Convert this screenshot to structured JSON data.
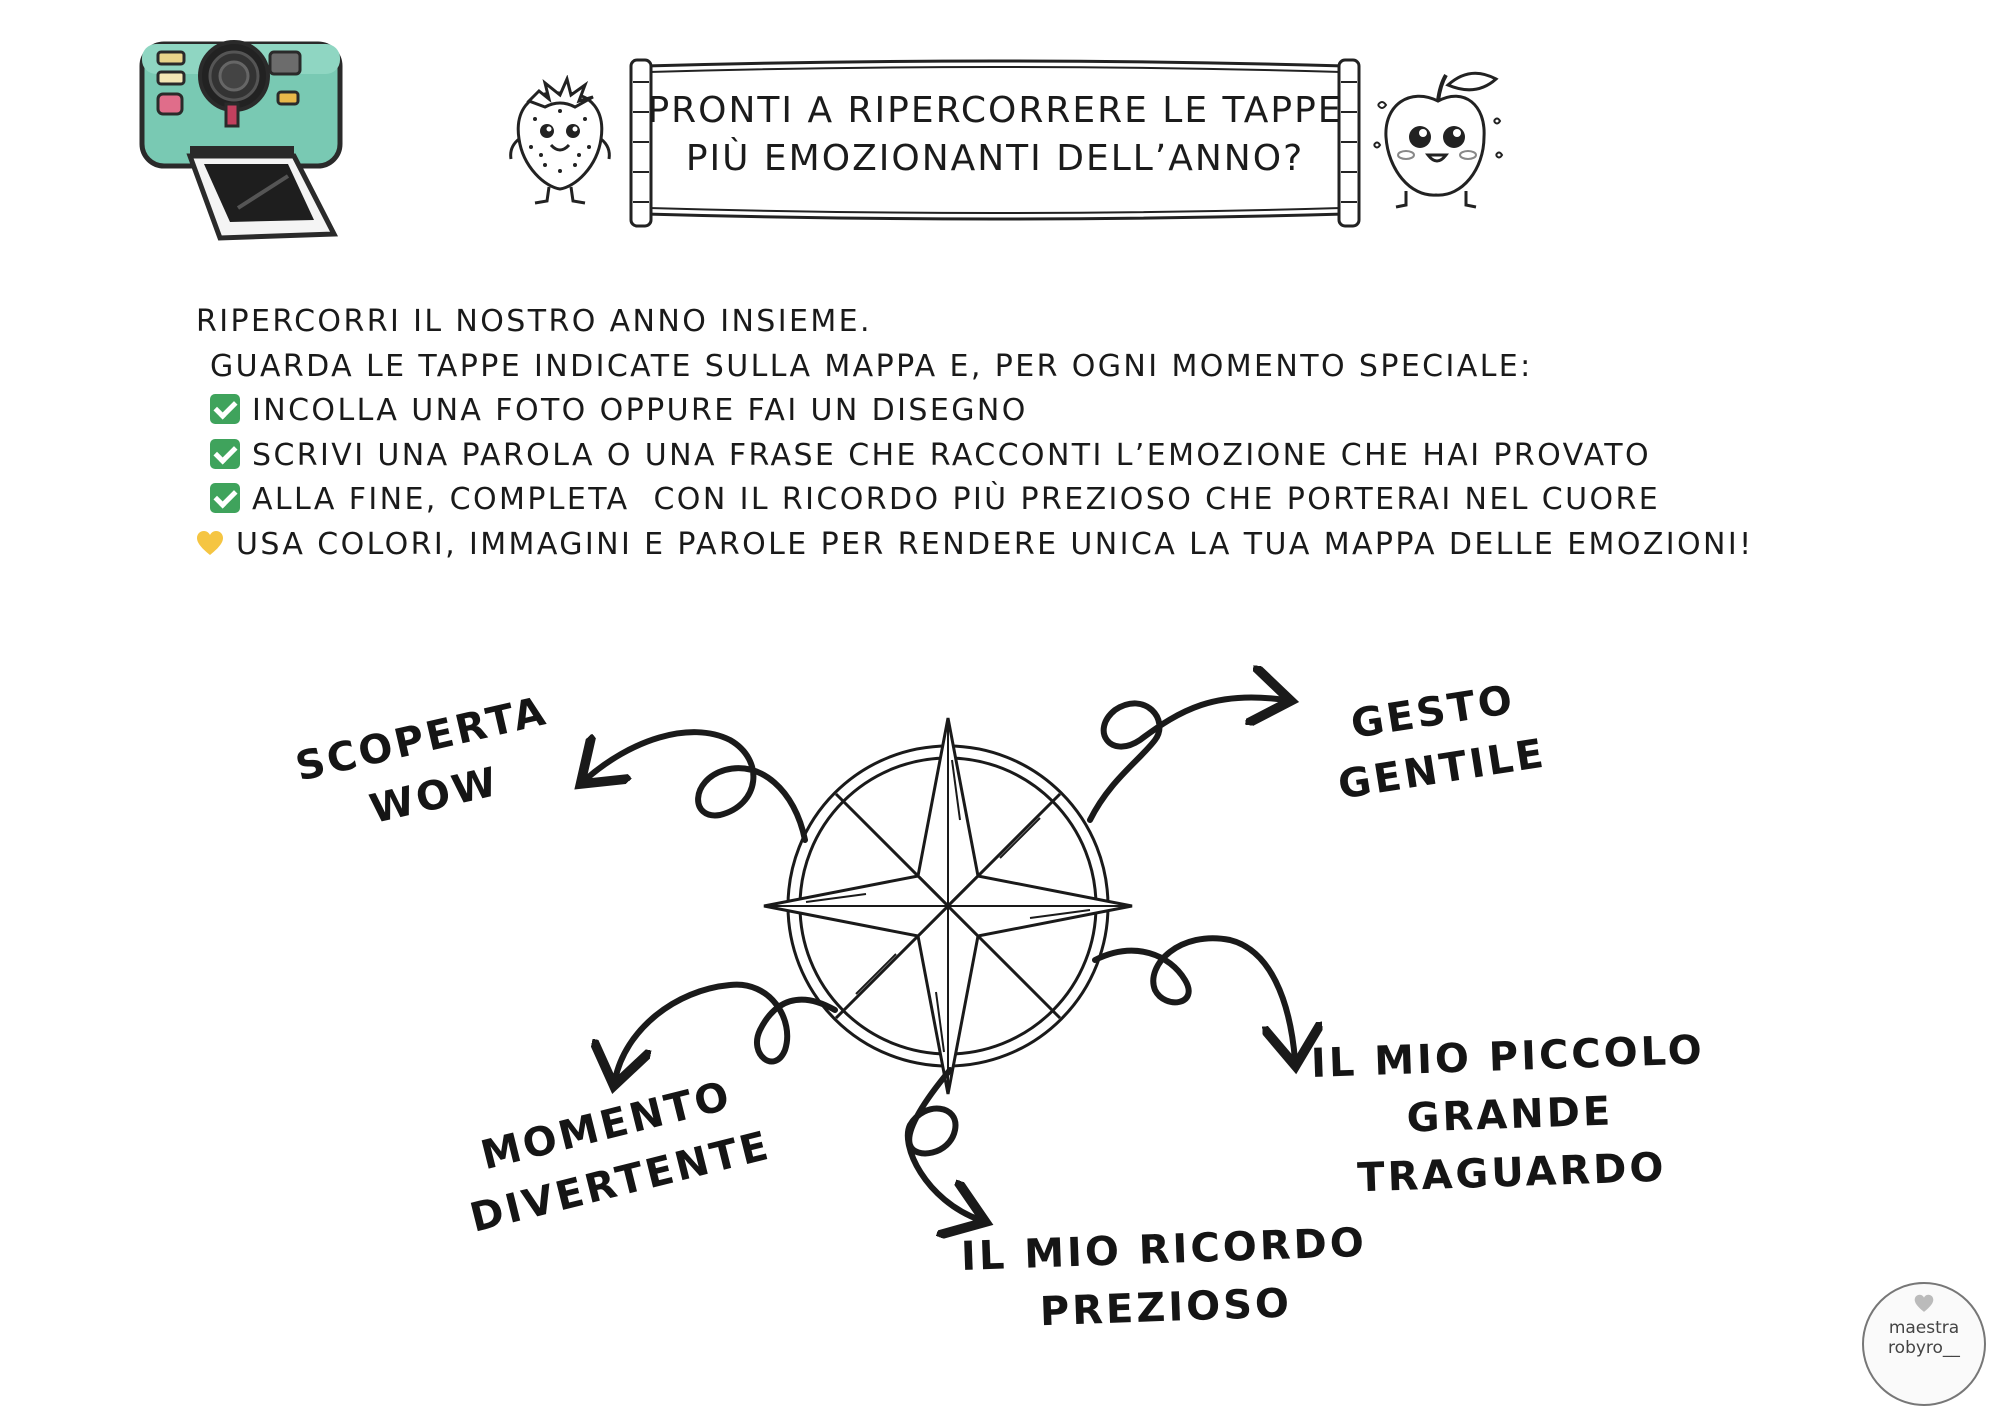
{
  "header": {
    "title_line1": "PRONTI A RIPERCORRERE LE TAPPE",
    "title_line2": "PIÙ EMOZIONANTI DELL’ANNO?"
  },
  "instructions": {
    "line1": "RIPERCORRI IL NOSTRO ANNO INSIEME.",
    "line2": "GUARDA LE TAPPE INDICATE SULLA MAPPA E, PER OGNI MOMENTO SPECIALE:",
    "step1": "INCOLLA UNA FOTO OPPURE FAI UN DISEGNO",
    "step2": "SCRIVI UNA PAROLA O UNA FRASE CHE RACCONTI L’EMOZIONE CHE HAI PROVATO",
    "step3": "ALLA FINE, COMPLETA  CON IL RICORDO PIÙ PREZIOSO CHE PORTERAI NEL CUORE",
    "final": "USA COLORI, IMMAGINI E PAROLE PER RENDERE UNICA LA TUA MAPPA DELLE EMOZIONI!"
  },
  "stages": {
    "scoperta": [
      "SCOPERTA",
      "WOW"
    ],
    "gesto": [
      "GESTO",
      "GENTILE"
    ],
    "momento": [
      "MOMENTO",
      "DIVERTENTE"
    ],
    "ricordo": [
      "IL MIO RICORDO",
      "PREZIOSO"
    ],
    "traguardo": [
      "IL MIO PICCOLO",
      "GRANDE",
      "TRAGUARDO"
    ]
  },
  "logo": {
    "line1": "maestra",
    "line2": "robyro__"
  },
  "colors": {
    "camera_body": "#79c9b3",
    "check": "#3fa35c",
    "heart": "#f5c542",
    "ink": "#1a1a1a"
  },
  "icons": [
    "camera-icon",
    "strawberry-icon",
    "apple-icon",
    "compass-rose-icon",
    "check-icon",
    "heart-icon"
  ]
}
